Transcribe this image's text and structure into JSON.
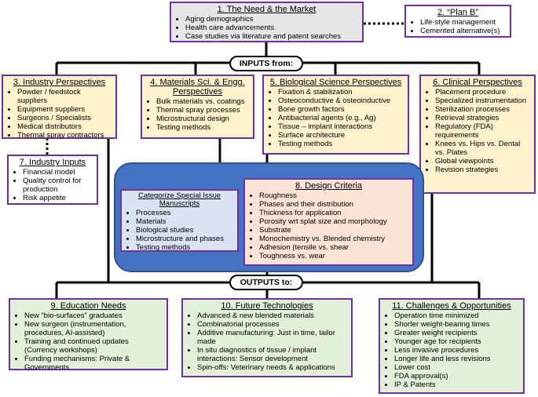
{
  "need": {
    "title": "1. The Need & the Market",
    "items": [
      "Aging demographics",
      "Health care advancements",
      "Case studies via literature and patent searches"
    ]
  },
  "plan_b": {
    "title": "2. “Plan B”",
    "items": [
      "Life-style management",
      "Cemented alternative(s)"
    ]
  },
  "inputs_label": "INPUTS from:",
  "outputs_label": "OUTPUTS to:",
  "industry": {
    "title": "3. Industry Perspectives",
    "items": [
      "Powder / feedstock suppliers",
      "Equipment suppliers",
      "Surgeons / Specialists",
      "Medical distributors",
      "Thermal spray contractors"
    ]
  },
  "materials": {
    "title": "4. Materials Sci. & Engg. Perspectives",
    "items": [
      "Bulk materials vs. coatings",
      "Thermal spray processes",
      "Microstructural design",
      "Testing methods"
    ]
  },
  "bio": {
    "title": "5. Biological Science Perspectives",
    "items": [
      "Fixation & stabilization",
      "Osteoconductive & osteoinductive",
      "Bone growth factors",
      "Antibacterial agents (e.g., Ag)",
      "Tissue – implant interactions",
      "Surface architecture",
      "Testing methods"
    ]
  },
  "clinical": {
    "title": "6. Clinical Perspectives",
    "items": [
      "Placement procedure",
      "Specialized instrumentation",
      "Sterilization processes",
      "Retrieval strategies",
      "Regulatory (FDA) requirements",
      "Knees vs. Hips vs. Dental vs. Plates",
      "Global viewpoints",
      "Revision strategies"
    ]
  },
  "industry_inputs": {
    "title": "7. Industry Inputs",
    "items": [
      "Financial model",
      "Quality control for production",
      "Risk appetite"
    ]
  },
  "categorize": {
    "title": "Categorize Special Issue Manuscripts",
    "items": [
      "Processes",
      "Materials",
      "Biological studies",
      "Microstructure and phases",
      "Testing methods"
    ]
  },
  "design": {
    "title": "8. Design Criteria",
    "items": [
      "Roughness",
      "Phases and their distribution",
      "Thickness for application",
      "Porosity wrt splat size and morphology",
      "Substrate",
      "Monochemistry vs. Blended chemistry",
      "Adhesion (tensile vs. shear",
      "Toughness vs. wear"
    ]
  },
  "education": {
    "title": "9. Education Needs",
    "items": [
      "New “bio-surfaces” graduates",
      "New surgeon (instrumentation, procedures, AI-assisted)",
      "Training and continued updates (Currency workshops)",
      "Funding mechanisms: Private & Governments"
    ]
  },
  "future": {
    "title": "10. Future Technologies",
    "items": [
      "Advanced & new blended materials",
      "Combinatorial processes",
      "Additive manufacturing: Just in time, tailor made",
      "In situ diagnostics of tissue / implant interactions: Sensor development",
      "Spin-offs: Veterinary needs & applications"
    ]
  },
  "challenges": {
    "title": "11. Challenges & Opportunities",
    "items": [
      "Operation time minimized",
      "Shorter weight-bearing times",
      "Greater weight recipients",
      "Younger age for recipients",
      "Less invasive procedures",
      "Longer life and less revisions",
      "Lower cost",
      "FDA approval(s)",
      "IP & Patents"
    ]
  }
}
